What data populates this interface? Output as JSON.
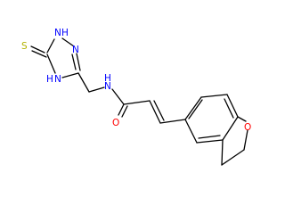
{
  "molecule": {
    "colors": {
      "bond": "#000000",
      "nitrogen": "#0000ff",
      "oxygen": "#ff0000",
      "sulfur": "#b3b300"
    },
    "labels": {
      "s_thione": "S",
      "n1h": "N",
      "n1h_h": "H",
      "n2": "N",
      "n4": "N",
      "n4_h": "H",
      "amide_n": "N",
      "amide_h": "H",
      "carbonyl_o": "O",
      "furan_o": "O"
    }
  }
}
